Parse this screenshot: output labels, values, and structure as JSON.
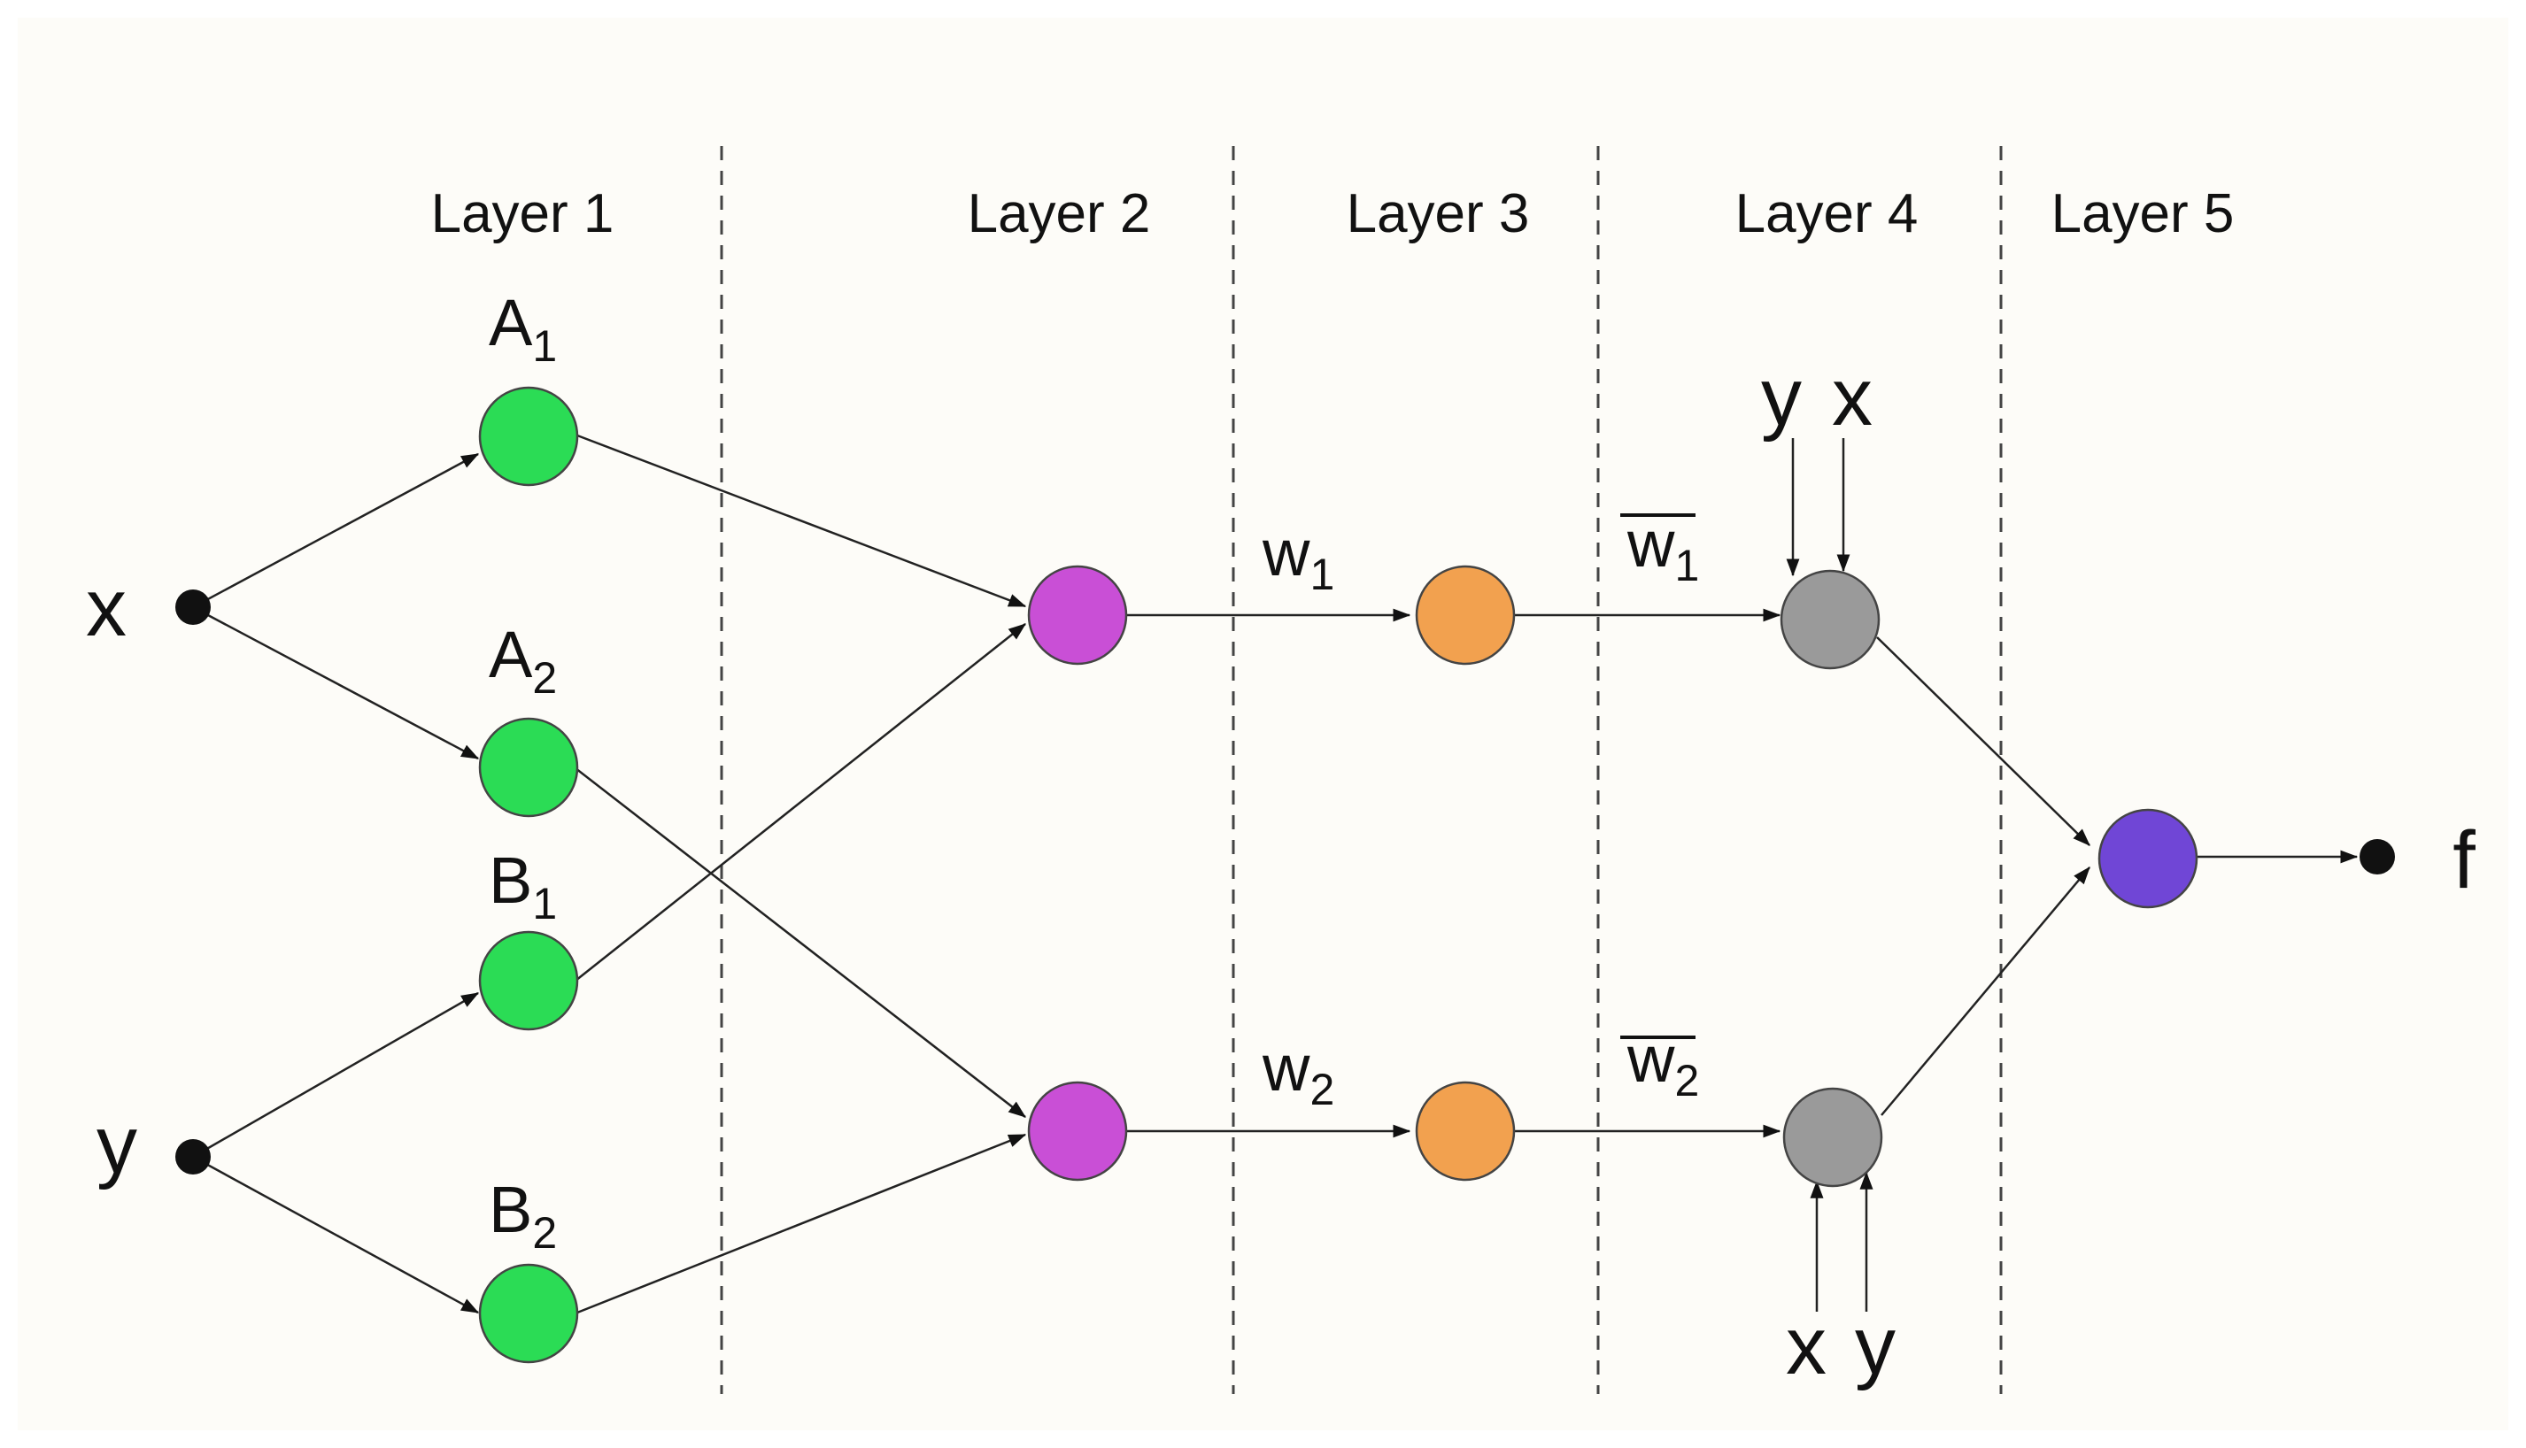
{
  "diagram": {
    "layers": [
      {
        "label": "Layer 1"
      },
      {
        "label": "Layer 2"
      },
      {
        "label": "Layer 3"
      },
      {
        "label": "Layer 4"
      },
      {
        "label": "Layer 5"
      }
    ],
    "inputs": {
      "x": "x",
      "y": "y"
    },
    "output": "f",
    "nodes": {
      "a1": {
        "base": "A",
        "sub": "1"
      },
      "a2": {
        "base": "A",
        "sub": "2"
      },
      "b1": {
        "base": "B",
        "sub": "1"
      },
      "b2": {
        "base": "B",
        "sub": "2"
      }
    },
    "weights": {
      "w1": {
        "base": "w",
        "sub": "1"
      },
      "w2": {
        "base": "w",
        "sub": "2"
      },
      "wbar1": {
        "base": "w",
        "sub": "1"
      },
      "wbar2": {
        "base": "w",
        "sub": "2"
      }
    },
    "layer4_inputs": {
      "top_y": "y",
      "top_x": "x",
      "bottom_x": "x",
      "bottom_y": "y"
    },
    "colors": {
      "background": "#fdfcf8",
      "membership_node": "#2bdc55",
      "rule_node": "#c94fd6",
      "norm_node": "#f2a14f",
      "consequent_node": "#9a9a9a",
      "output_node": "#7046d6",
      "line": "#222222"
    }
  }
}
